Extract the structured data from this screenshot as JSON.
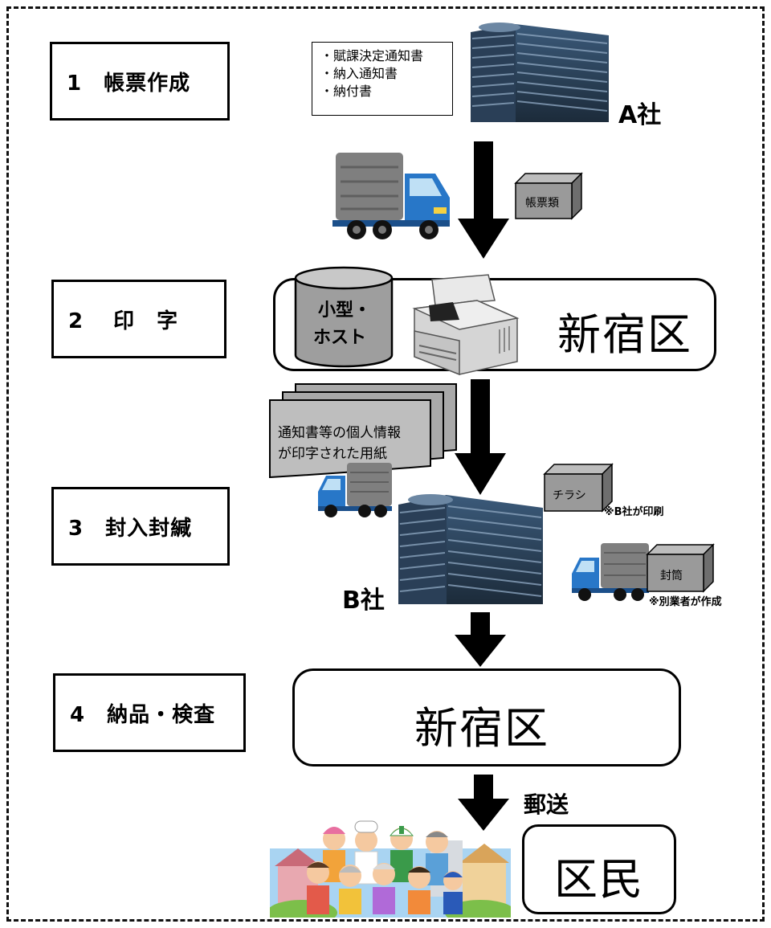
{
  "steps": [
    {
      "label": "1　帳票作成"
    },
    {
      "label": "2　 印　字"
    },
    {
      "label": "3　封入封緘"
    },
    {
      "label": "4　納品・検査"
    }
  ],
  "company_a": {
    "name": "A社",
    "documents": [
      "・賦課決定通知書",
      "・納入通知書",
      "・納付書"
    ]
  },
  "boxes": {
    "forms": "帳票類",
    "flyer": "チラシ",
    "envelope": "封筒"
  },
  "print_stage": {
    "host_line1": "小型・",
    "host_line2": "ホスト",
    "office": "新宿区"
  },
  "printed_paper": {
    "line1": "通知書等の個人情報",
    "line2": "が印字された用紙"
  },
  "company_b": {
    "name": "B社",
    "flyer_note": "※B社が印刷",
    "envelope_note": "※別業者が作成"
  },
  "delivery": {
    "office": "新宿区"
  },
  "mail": {
    "label": "郵送",
    "recipient": "区民"
  }
}
